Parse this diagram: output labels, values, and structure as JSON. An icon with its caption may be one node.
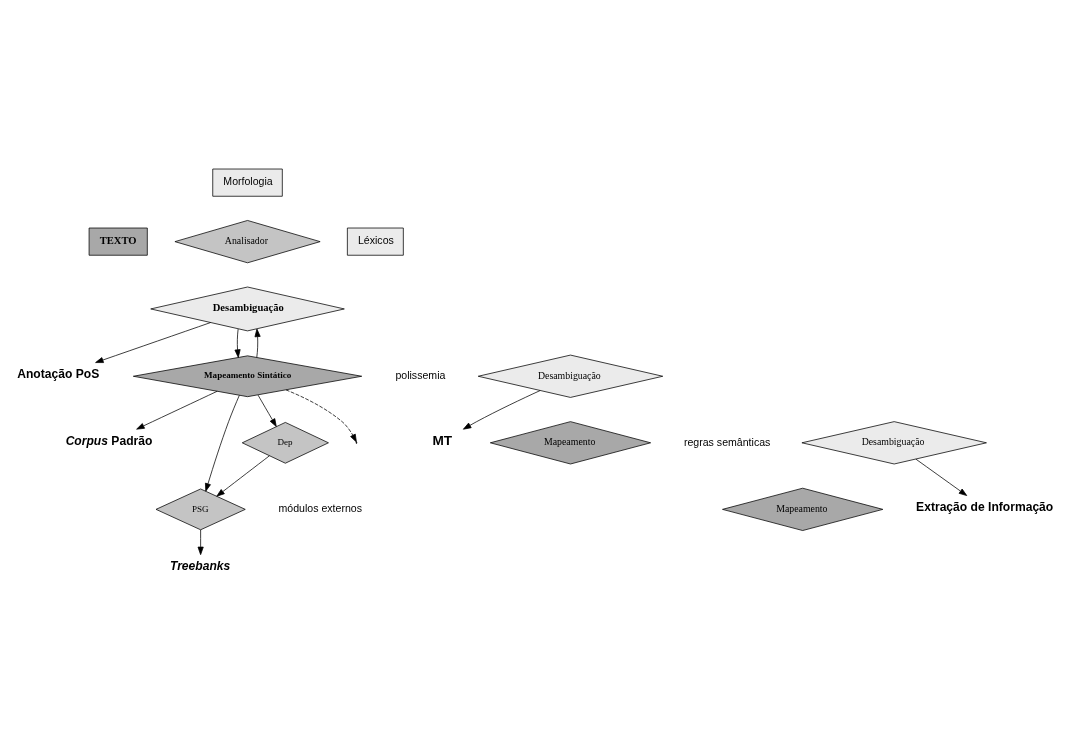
{
  "diagram": {
    "nodes": [
      {
        "text": [
          "TEXTO"
        ]
      },
      {
        "text": [
          "Morfologia"
        ]
      },
      {
        "text": [
          "Analisador"
        ]
      },
      {
        "text": [
          "Léxicos"
        ]
      },
      {
        "text": [
          "Desambiguação"
        ]
      },
      {
        "text": [
          "Anotação PoS"
        ]
      },
      {
        "text": [
          "*Corpus* Padrão"
        ]
      },
      {
        "text": [
          "Mapeamento Sintático"
        ]
      },
      {
        "text": [
          "MT"
        ]
      },
      {
        "text": [
          "Desambiguação"
        ],
        "beside": [
          "polissemia"
        ]
      },
      {
        "text": [
          "Desambiguação"
        ],
        "beside": [
          "regras semânticas"
        ]
      },
      {
        "text": [
          "Mapeamento"
        ]
      },
      {
        "text": [
          "Mapeamento"
        ]
      },
      {
        "text": [
          "Dep"
        ]
      },
      {
        "text": [
          "PSG"
        ]
      },
      {
        "text": [
          "*Treebanks*"
        ]
      },
      {
        "text": [
          "Extração de Informação"
        ]
      }
    ],
    "edges": [
      {
        "from": 4,
        "to": 5,
        "arrow": "to"
      },
      {
        "from": 7,
        "to": 6,
        "arrow": "to"
      },
      {
        "from": 4,
        "to": 7,
        "arrow": "to"
      },
      {
        "from": 7,
        "to": 4,
        "arrow": "to"
      },
      {
        "from": 9,
        "to": 8,
        "arrow": "to"
      },
      {
        "from": 7,
        "to": null,
        "arrow": "to",
        "style": "dashed"
      },
      {
        "from": 7,
        "to": 13,
        "arrow": "to"
      },
      {
        "from": 7,
        "to": 14,
        "arrow": "to"
      },
      {
        "from": 13,
        "to": 14,
        "arrow": "to"
      },
      {
        "from": 14,
        "to": 15,
        "arrow": "to"
      },
      {
        "from": 10,
        "to": 16,
        "arrow": "to"
      }
    ],
    "labels": [
      "módulos externos"
    ]
  }
}
